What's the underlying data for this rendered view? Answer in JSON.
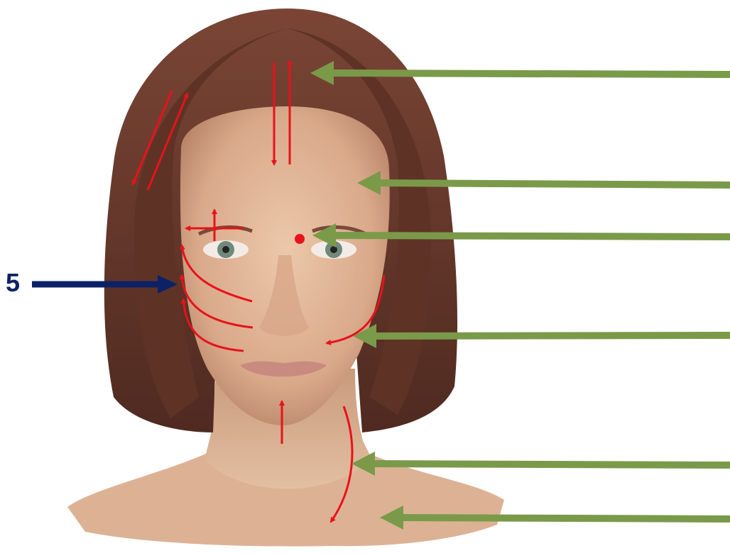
{
  "diagram": {
    "step_label": "5",
    "colors": {
      "pointer_green": "#7a9a4a",
      "pointer_navy": "#0d2266",
      "motion_red": "#e8121a",
      "hair": "#6b3a2c",
      "skin": "#e2b898"
    },
    "illustration": "woman-face-portrait",
    "pointer_count": 6
  }
}
